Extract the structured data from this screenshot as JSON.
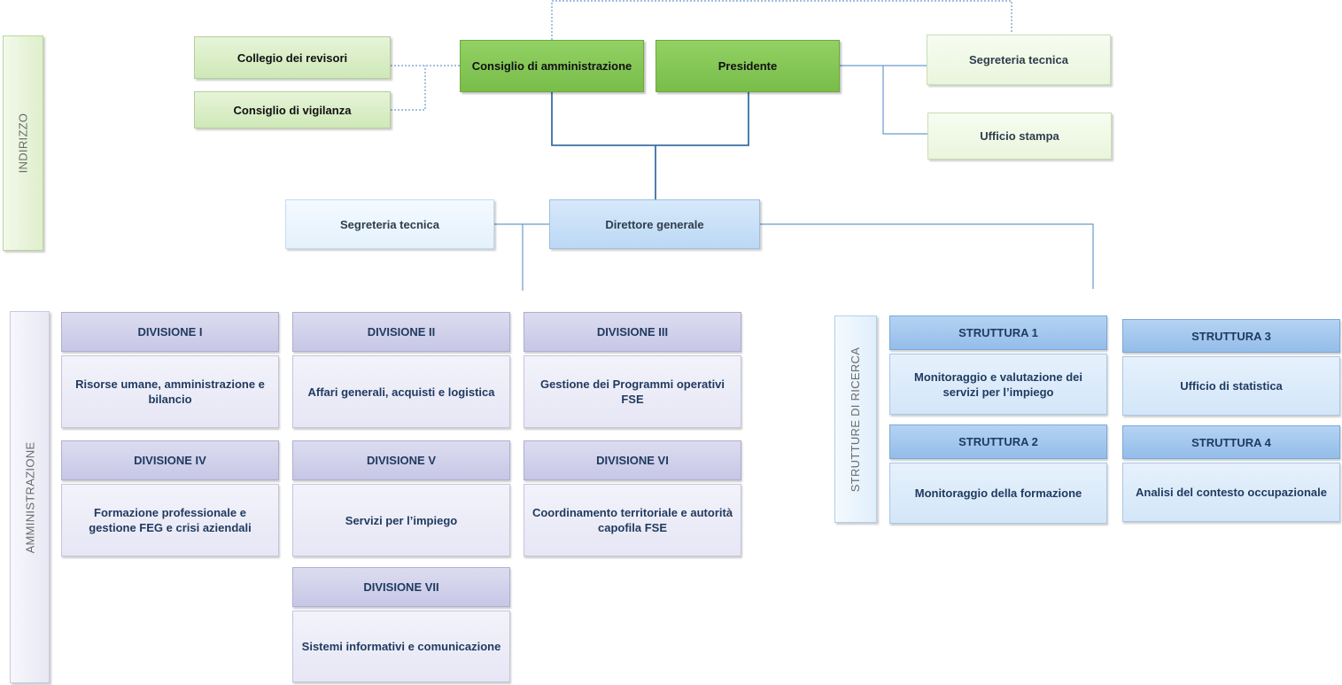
{
  "governance": {
    "collegio_revisori": "Collegio dei revisori",
    "consiglio_vigilanza": "Consiglio di vigilanza",
    "consiglio_amministrazione": "Consiglio di amministrazione",
    "presidente": "Presidente",
    "segreteria_tecnica_pres": "Segreteria tecnica",
    "ufficio_stampa": "Ufficio stampa"
  },
  "direzione": {
    "segreteria_tecnica": "Segreteria tecnica",
    "direttore_generale": "Direttore generale"
  },
  "sections": {
    "indirizzo": "INDIRIZZO",
    "amministrazione": "AMMINISTRAZIONE",
    "strutture_ricerca": "STRUTTURE DI RICERCA"
  },
  "divisioni": [
    {
      "title": "DIVISIONE I",
      "desc": "Risorse umane, amministrazione e bilancio"
    },
    {
      "title": "DIVISIONE II",
      "desc": "Affari generali, acquisti e logistica"
    },
    {
      "title": "DIVISIONE III",
      "desc": "Gestione dei Programmi operativi FSE"
    },
    {
      "title": "DIVISIONE IV",
      "desc": "Formazione professionale e gestione FEG e crisi aziendali"
    },
    {
      "title": "DIVISIONE V",
      "desc": "Servizi per l’impiego"
    },
    {
      "title": "DIVISIONE VI",
      "desc": "Coordinamento territoriale e autorità capofila FSE"
    },
    {
      "title": "DIVISIONE VII",
      "desc": "Sistemi informativi e comunicazione"
    }
  ],
  "strutture": [
    {
      "title": "STRUTTURA 1",
      "desc": "Monitoraggio e valutazione dei servizi per l’impiego"
    },
    {
      "title": "STRUTTURA 2",
      "desc": "Monitoraggio della formazione"
    },
    {
      "title": "STRUTTURA 3",
      "desc": "Ufficio di statistica"
    },
    {
      "title": "STRUTTURA 4",
      "desc": "Analisi del contesto occupazionale"
    }
  ],
  "colors": {
    "connector": "#6a9bc9",
    "green": "#7dc24f",
    "lavender": "#cbcbe8",
    "steel_blue": "#9cc3eb"
  }
}
